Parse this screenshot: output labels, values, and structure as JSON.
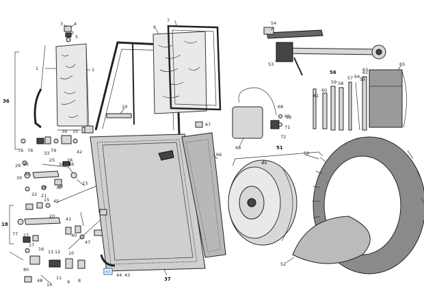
{
  "labels": {
    "n1a": "1",
    "n1b": "1",
    "n2": "2",
    "n3": "3",
    "n4": "4",
    "n5": "5",
    "n6": "6",
    "n7": "7",
    "n8": "8",
    "n9": "9",
    "n10": "10",
    "n11": "11",
    "n12": "12",
    "n13": "13",
    "n14": "14",
    "n15": "15",
    "n16": "16",
    "n17": "17",
    "n18": "18",
    "n19": "19",
    "n20": "20",
    "n21": "21",
    "n22": "22",
    "n23": "23",
    "n24": "24",
    "n25": "25",
    "n26": "26",
    "n27": "27",
    "n28": "28",
    "n29": "29",
    "n30": "30",
    "n31": "31",
    "n32": "32",
    "n33": "33",
    "n34": "34",
    "n35": "35",
    "n36": "36",
    "n37": "37",
    "n38": "38",
    "n39": "39",
    "n40": "40",
    "n41": "41",
    "n42": "42",
    "n43": "43",
    "n44": "44",
    "n45": "45",
    "n46": "46",
    "n47": "47",
    "n48": "48",
    "n49": "49",
    "n50": "50",
    "n51": "51",
    "n52": "52",
    "n53": "53",
    "n54": "54",
    "n55": "55",
    "n56": "56",
    "n57": "57",
    "n58": "58",
    "n59": "59",
    "n60": "60",
    "n61": "61",
    "n62": "62",
    "n63": "63",
    "n64": "64",
    "n65": "65",
    "n66": "66",
    "n67": "67",
    "n68": "68",
    "n68b": "68",
    "n69": "69",
    "n70": "70",
    "n71": "71",
    "n72": "72",
    "n76": "76",
    "n77": "77",
    "n78": "78",
    "n79": "79",
    "n80": "80"
  },
  "highlight_label": "65",
  "colors": {
    "highlight": "#1e5fb4",
    "ink": "#222222"
  }
}
